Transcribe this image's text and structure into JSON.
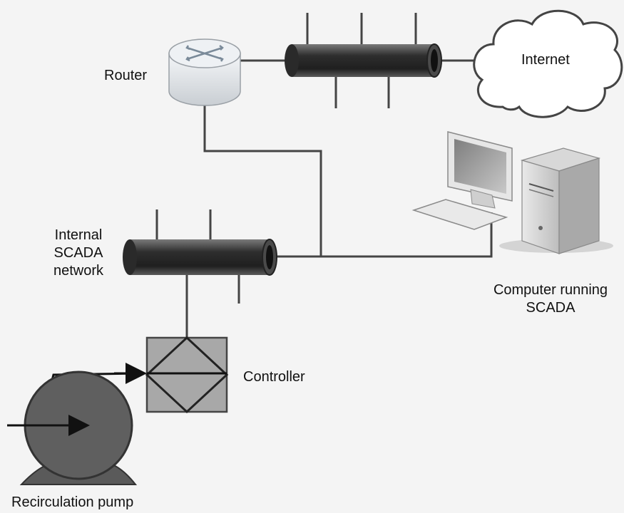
{
  "labels": {
    "router": "Router",
    "internet": "Internet",
    "internal_network": [
      "Internal",
      "SCADA",
      "network"
    ],
    "computer": [
      "Computer running",
      "SCADA"
    ],
    "controller": "Controller",
    "pump": "Recirculation pump"
  },
  "colors": {
    "background": "#f4f4f4",
    "line": "#444444",
    "bus_body": "#3a3a3a",
    "controller_fill": "#a8a8a8",
    "pump_fill": "#5a5a5a"
  },
  "icons": {
    "router": "router-icon",
    "internet": "cloud-icon",
    "computer": "desktop-computer-icon",
    "pump": "pump-icon"
  }
}
